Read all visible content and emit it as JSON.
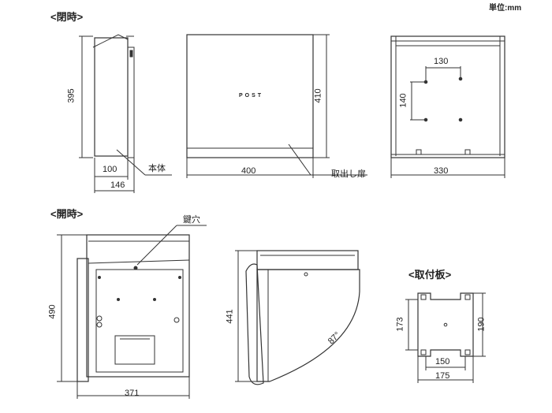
{
  "unit_label": "単位:mm",
  "views": {
    "closed_heading": "<閉時>",
    "open_heading": "<開時>",
    "plate_heading": "<取付板>"
  },
  "closed_side": {
    "height": "395",
    "depth_inner": "100",
    "depth_total": "146",
    "body_label": "本体"
  },
  "closed_front": {
    "width": "400",
    "height": "410",
    "door_label": "取出し扉",
    "logo_text": "POST"
  },
  "closed_back": {
    "hole_width": "130",
    "hole_height": "140",
    "width": "330"
  },
  "open_front": {
    "height": "490",
    "width": "371",
    "key_label": "鍵穴"
  },
  "open_side": {
    "height": "441",
    "angle": "87°"
  },
  "plate": {
    "height_left": "173",
    "height_right": "190",
    "width_inner": "150",
    "width_outer": "175"
  }
}
